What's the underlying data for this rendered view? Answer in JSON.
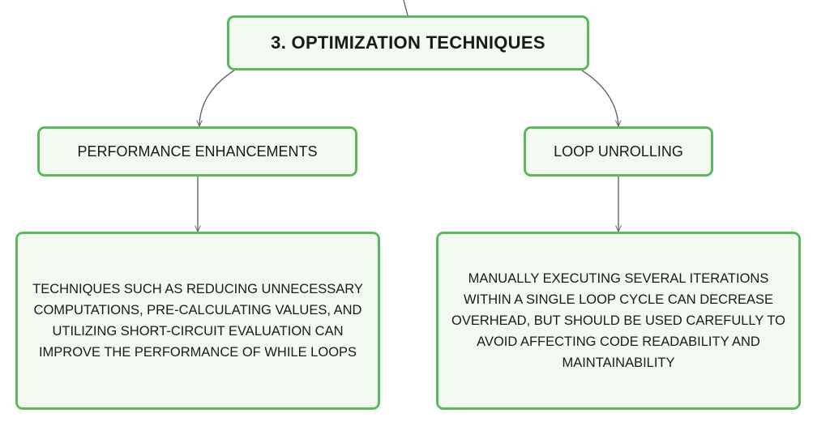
{
  "colors": {
    "node_border": "#5cb85c",
    "node_fill": "#f2faf2",
    "connector": "#666666",
    "text": "#1a1a1a"
  },
  "root": {
    "label": "3. OPTIMIZATION TECHNIQUES"
  },
  "branches": [
    {
      "label": "PERFORMANCE ENHANCEMENTS",
      "detail": "TECHNIQUES SUCH AS REDUCING UNNECESSARY COMPUTATIONS, PRE-CALCULATING VALUES, AND UTILIZING SHORT-CIRCUIT EVALUATION CAN IMPROVE THE PERFORMANCE OF WHILE LOOPS"
    },
    {
      "label": "LOOP UNROLLING",
      "detail": "MANUALLY EXECUTING SEVERAL ITERATIONS WITHIN A SINGLE LOOP CYCLE CAN DECREASE OVERHEAD, BUT SHOULD BE USED CAREFULLY TO AVOID AFFECTING CODE READABILITY AND MAINTAINABILITY"
    }
  ]
}
